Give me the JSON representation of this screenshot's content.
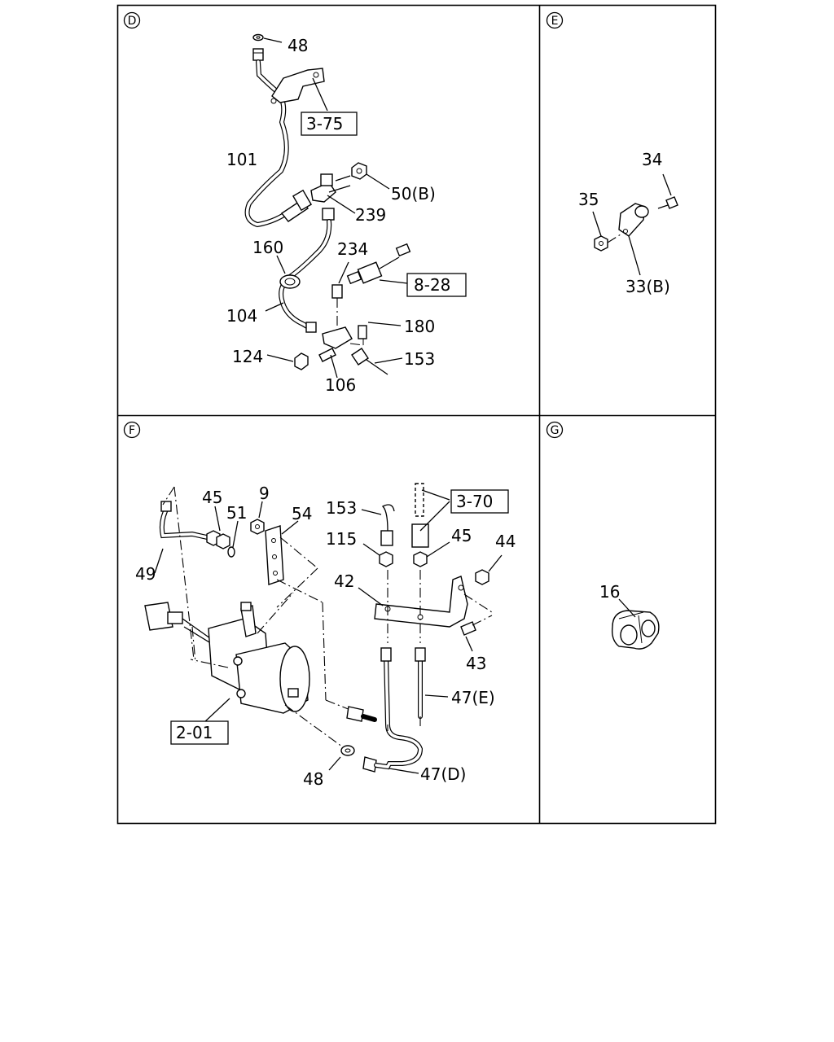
{
  "sections": {
    "D": {
      "letter": "D",
      "refs": [
        "3-75",
        "8-28"
      ],
      "callouts": [
        "48",
        "101",
        "50(B)",
        "239",
        "160",
        "234",
        "104",
        "180",
        "124",
        "153",
        "106"
      ]
    },
    "E": {
      "letter": "E",
      "callouts": [
        "34",
        "35",
        "33(B)"
      ]
    },
    "F": {
      "letter": "F",
      "refs": [
        "3-70",
        "2-01"
      ],
      "callouts": [
        "45",
        "9",
        "51",
        "54",
        "153",
        "115",
        "45",
        "44",
        "49",
        "42",
        "43",
        "47(E)",
        "48",
        "47(D)"
      ]
    },
    "G": {
      "letter": "G",
      "callouts": [
        "16"
      ]
    }
  }
}
